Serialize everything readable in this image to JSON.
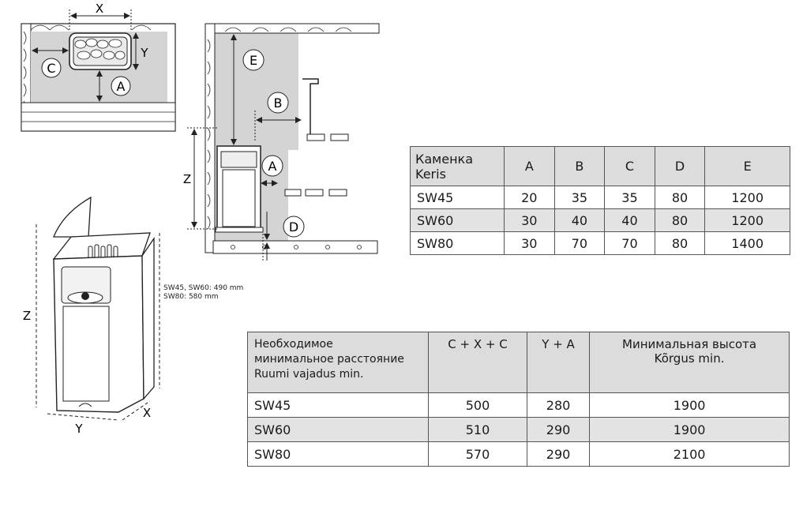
{
  "top_view": {
    "labels": {
      "x": "X",
      "y": "Y",
      "c": "C",
      "a": "A"
    }
  },
  "side_view": {
    "labels": {
      "e": "E",
      "b": "B",
      "a": "A",
      "z": "Z",
      "d": "D"
    }
  },
  "heater": {
    "labels": {
      "z": "Z",
      "y": "Y",
      "x": "X"
    },
    "note_line1": "SW45, SW60: 490 mm",
    "note_line2": "SW80: 580 mm"
  },
  "table1": {
    "header_line1": "Каменка",
    "header_line2": "Keris",
    "columns": [
      "A",
      "B",
      "C",
      "D",
      "E"
    ],
    "rows": [
      {
        "model": "SW45",
        "values": [
          "20",
          "35",
          "35",
          "80",
          "1200"
        ]
      },
      {
        "model": "SW60",
        "values": [
          "30",
          "40",
          "40",
          "80",
          "1200"
        ]
      },
      {
        "model": "SW80",
        "values": [
          "30",
          "70",
          "70",
          "80",
          "1400"
        ]
      }
    ]
  },
  "table2": {
    "header_line1": "Необходимое",
    "header_line2": "минимальное расстояние",
    "header_line3": "Ruumi vajadus min.",
    "col1": "C + X + C",
    "col2": "Y + A",
    "col3_line1": "Минимальная высота",
    "col3_line2": "Kõrgus min.",
    "rows": [
      {
        "model": "SW45",
        "values": [
          "500",
          "280",
          "1900"
        ]
      },
      {
        "model": "SW60",
        "values": [
          "510",
          "290",
          "1900"
        ]
      },
      {
        "model": "SW80",
        "values": [
          "570",
          "290",
          "2100"
        ]
      }
    ]
  }
}
